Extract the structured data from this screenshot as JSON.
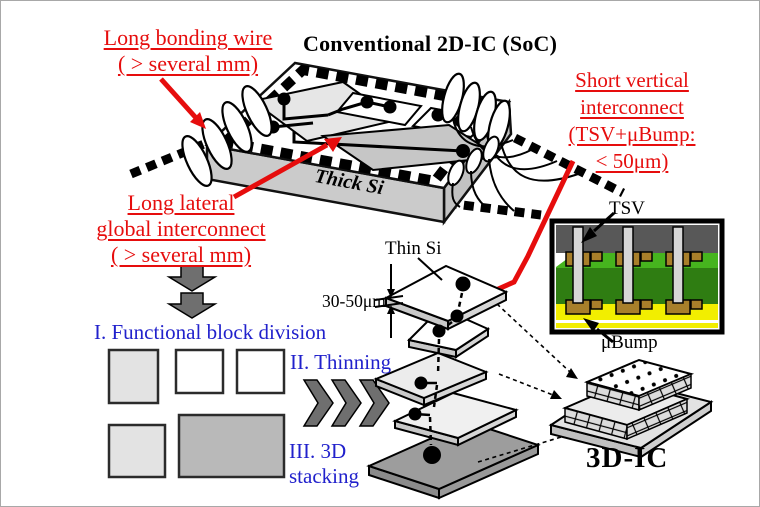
{
  "diagram": {
    "title_2d": "Conventional 2D-IC (SoC)",
    "red_labels": {
      "bonding_l1": "Long bonding wire",
      "bonding_l2": "( > several mm)",
      "lateral_l1": "Long lateral",
      "lateral_l2": "global interconnect",
      "lateral_l3": "( > several mm)",
      "vertical_l1": "Short vertical",
      "vertical_l2": "interconnect",
      "vertical_l3": "(TSV+μBump:",
      "vertical_l4": "< 50μm)"
    },
    "black_labels": {
      "thick_si": "Thick Si",
      "thin_si": "Thin Si",
      "thickness_range": "30-50μm",
      "tsv": "TSV",
      "ubump": "μBump",
      "title_3d": "3D-IC"
    },
    "blue_steps": {
      "step1": "I. Functional block division",
      "step2": "II. Thinning",
      "step3_l1": "III. 3D",
      "step3_l2": "stacking"
    },
    "colors": {
      "annotation_red": "#e60d0d",
      "step_blue": "#2121cc",
      "process_arrow_gray": "#6f6f6f",
      "die_face_gray": "#c8c8c8",
      "thin_die_dark_gray": "#9d9d9d",
      "cross_section": {
        "si_dark_gray": "#585858",
        "device_green_light": "#46b41e",
        "device_green_dark": "#2f7d12",
        "substrate_yellow": "#f2ee00",
        "bump_brown": "#a87f2a",
        "tsv_column_gray": "#d6d6d6"
      }
    }
  }
}
